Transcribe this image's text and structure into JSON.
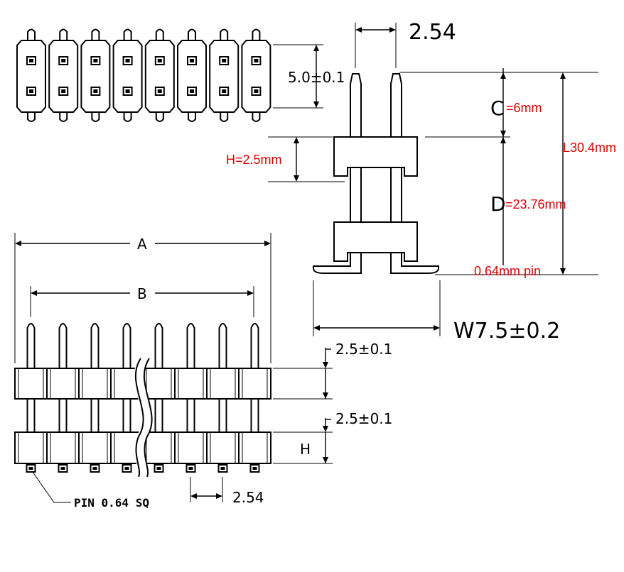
{
  "colors": {
    "annotation_red": "#e00000",
    "line": "#000000"
  },
  "top_view": {
    "pin_count": 8
  },
  "side_view": {
    "dim_pitch_top": "2.54",
    "dim_pin_length": "5.0±0.1",
    "label_c_letter": "C",
    "label_c_value": "=6mm",
    "label_h": "H=2.5mm",
    "label_l": "L30.4mm",
    "label_d_letter": "D",
    "label_d_value": "=23.76mm",
    "label_pin": "0.64mm pin",
    "dim_width": "W7.5±0.2"
  },
  "front_view": {
    "dim_a": "A",
    "dim_b": "B",
    "dim_body_upper": "2.5±0.1",
    "dim_body_lower": "2.5±0.1",
    "dim_h": "H",
    "dim_pitch_bottom": "2.54",
    "pin_note": "PIN 0.64 SQ"
  }
}
